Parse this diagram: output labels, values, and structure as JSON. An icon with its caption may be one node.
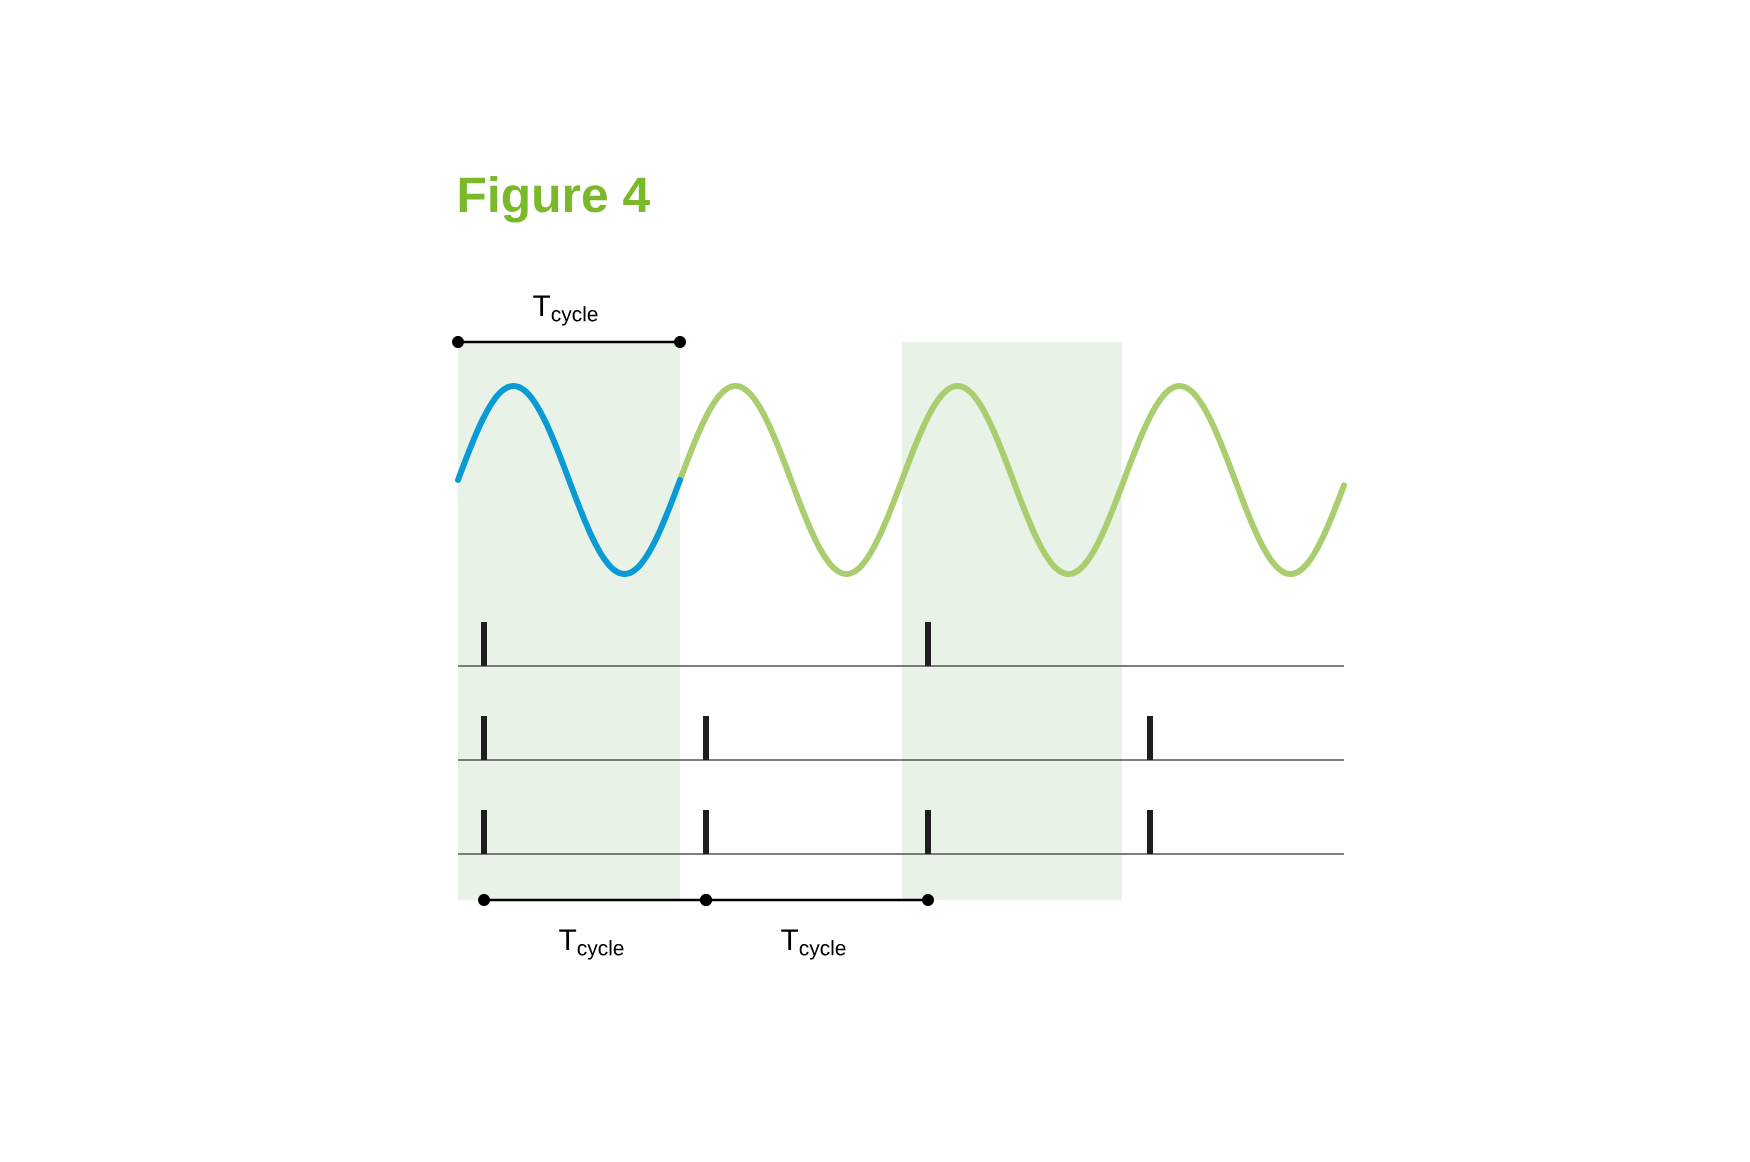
{
  "diagram": {
    "title": "Figure 4",
    "labels": [
      "T$_{cycle}$",
      "T$_{cycle}$",
      "T$_{cycle}$"
    ]
  }
}
